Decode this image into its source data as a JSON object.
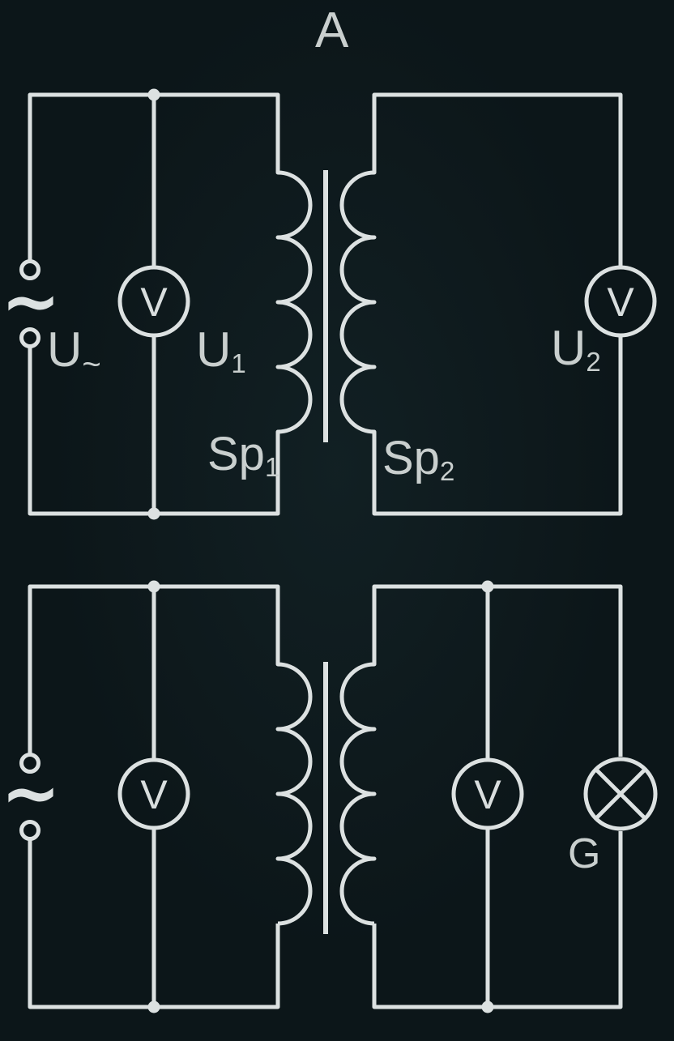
{
  "title": "A",
  "colors": {
    "background": "#0c1619",
    "wire": "#dce1e1",
    "label": "#c9cfce"
  },
  "top_circuit": {
    "source": {
      "symbol": "~",
      "label_base": "U",
      "label_sub": "~"
    },
    "primary_voltmeter": {
      "letter": "V",
      "label_base": "U",
      "label_sub": "1"
    },
    "secondary_voltmeter": {
      "letter": "V",
      "label_base": "U",
      "label_sub": "2"
    },
    "primary_coil": {
      "label_base": "Sp",
      "label_sub": "1"
    },
    "secondary_coil": {
      "label_base": "Sp",
      "label_sub": "2"
    }
  },
  "bottom_circuit": {
    "source": {
      "symbol": "~"
    },
    "primary_voltmeter": {
      "letter": "V"
    },
    "secondary_voltmeter": {
      "letter": "V"
    },
    "lamp": {
      "label": "G"
    }
  }
}
